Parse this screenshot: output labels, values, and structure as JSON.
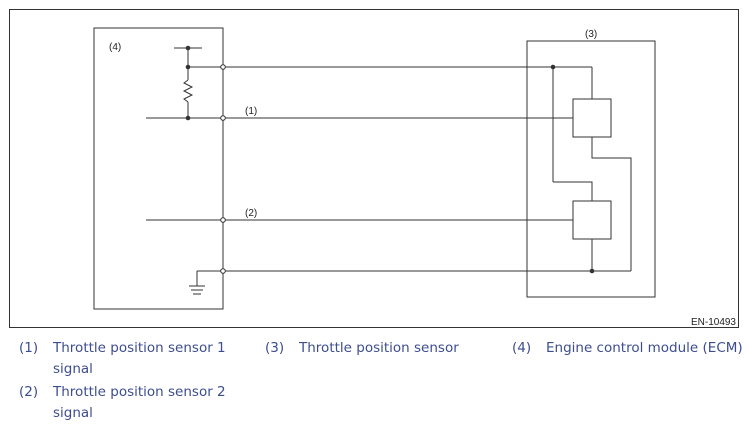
{
  "diagram": {
    "labels": {
      "ecm": "(4)",
      "sensor": "(3)",
      "signal1": "(1)",
      "signal2": "(2)"
    },
    "figure_code": "EN-10493"
  },
  "legend": [
    {
      "num": "(1)",
      "text": "Throttle position sensor 1 signal"
    },
    {
      "num": "(2)",
      "text": "Throttle position sensor 2 signal"
    },
    {
      "num": "(3)",
      "text": "Throttle position sensor"
    },
    {
      "num": "(4)",
      "text": "Engine control module (ECM)"
    }
  ],
  "colors": {
    "line": "#333333",
    "legend_text": "#3d4d8f"
  }
}
